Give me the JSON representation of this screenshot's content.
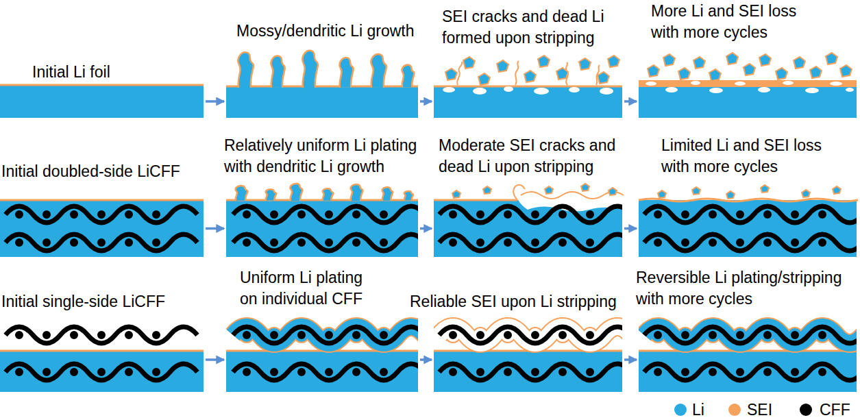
{
  "diagram": {
    "nodes": [
      {
        "text": [
          "Initial Li foil"
        ]
      },
      {
        "text": [
          "Mossy/dendritic Li growth"
        ]
      },
      {
        "text": [
          "SEI cracks and dead Li formed upon stripping"
        ]
      },
      {
        "text": [
          "More Li and SEI loss with more cycles"
        ]
      },
      {
        "text": [
          "Initial doubled-side LiCFF"
        ]
      },
      {
        "text": [
          "Relatively uniform Li plating with dendritic Li growth"
        ]
      },
      {
        "text": [
          "Moderate SEI cracks and dead Li upon stripping"
        ]
      },
      {
        "text": [
          "Limited Li and SEI loss with more cycles"
        ]
      },
      {
        "text": [
          "Initial single-side LiCFF"
        ]
      },
      {
        "text": [
          "Uniform Li plating on individual CFF"
        ]
      },
      {
        "text": [
          "Reliable SEI upon Li stripping"
        ]
      },
      {
        "text": [
          "Reversible Li plating/stripping with more cycles"
        ]
      }
    ],
    "edges": [
      {
        "from": 0,
        "to": 1,
        "arrow": "to"
      },
      {
        "from": 1,
        "to": 2,
        "arrow": "to"
      },
      {
        "from": 2,
        "to": 3,
        "arrow": "to"
      },
      {
        "from": 4,
        "to": 5,
        "arrow": "to"
      },
      {
        "from": 5,
        "to": 6,
        "arrow": "to"
      },
      {
        "from": 6,
        "to": 7,
        "arrow": "to"
      },
      {
        "from": 8,
        "to": 9,
        "arrow": "to"
      },
      {
        "from": 9,
        "to": 10,
        "arrow": "to"
      },
      {
        "from": 10,
        "to": 11,
        "arrow": "to"
      }
    ],
    "legend": [
      {
        "text": "Li",
        "color": "#29abe2"
      },
      {
        "text": "SEI",
        "color": "#f5a25d"
      },
      {
        "text": "CFF",
        "color": "#000000"
      }
    ]
  }
}
